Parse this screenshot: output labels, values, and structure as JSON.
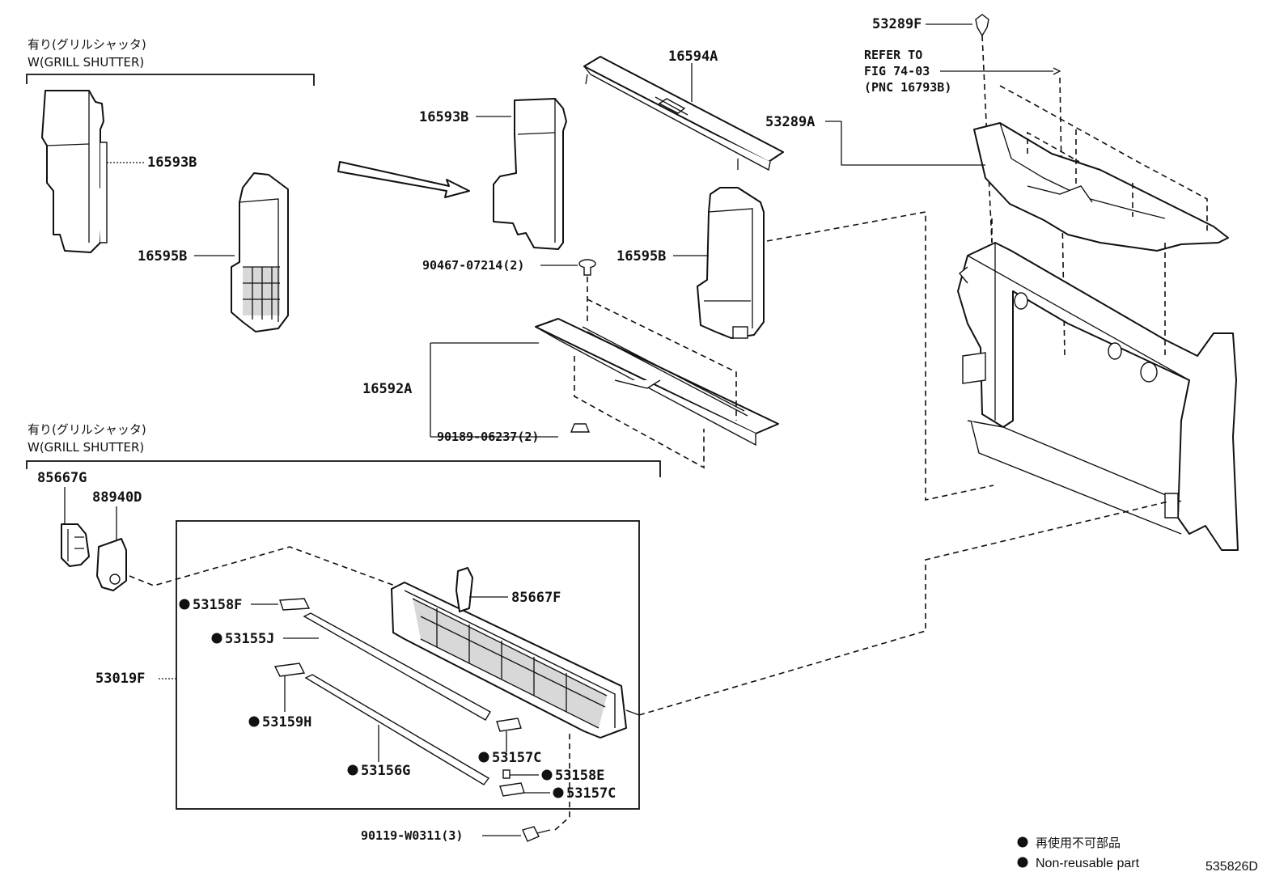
{
  "variant": {
    "top_jp": "有り(グリルシャッタ)",
    "top_en": "W(GRILL SHUTTER)",
    "bottom_jp": "有り(グリルシャッタ)",
    "bottom_en": "W(GRILL SHUTTER)"
  },
  "refer": {
    "line1": "REFER TO",
    "line2": "FIG 74-03",
    "line3": "(PNC 16793B)"
  },
  "parts": {
    "p16593B_left": "16593B",
    "p16595B_left": "16595B",
    "p16593B_center": "16593B",
    "p16594A": "16594A",
    "p90467": "90467-07214(2)",
    "p16595B_right": "16595B",
    "p16592A": "16592A",
    "p90189": "90189-06237(2)",
    "p53289F": "53289F",
    "p53289A": "53289A",
    "p85667G": "85667G",
    "p88940D": "88940D",
    "p53158F": "53158F",
    "p53155J": "53155J",
    "p53019F": "53019F",
    "p85667F": "85667F",
    "p53159H": "53159H",
    "p53156G": "53156G",
    "p53157C_a": "53157C",
    "p53158E": "53158E",
    "p53157C_b": "53157C",
    "p90119": "90119-W0311(3)"
  },
  "legend": {
    "jp": "再使用不可部品",
    "en": "Non-reusable part"
  },
  "figure_code": "535826D"
}
